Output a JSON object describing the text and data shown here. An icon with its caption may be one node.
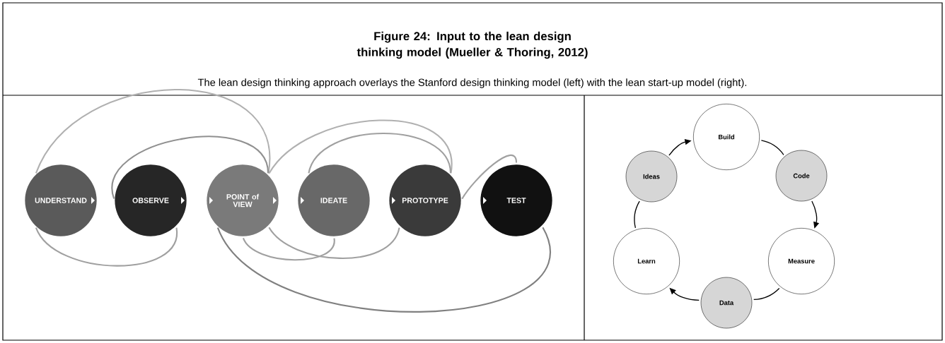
{
  "diagram": {
    "title": "Figure 24: Input to the lean design thinking model (Mueller & Thoring, 2012)",
    "caption": "The lean design thinking approach overlays the Stanford design thinking model (left) with the lean start-up model (right).",
    "nodes": [
      {
        "text": [
          "UNDERSTAND"
        ]
      },
      {
        "text": [
          "OBSERVE"
        ]
      },
      {
        "text": [
          "POINT of VIEW"
        ]
      },
      {
        "text": [
          "IDEATE"
        ]
      },
      {
        "text": [
          "PROTOTYPE"
        ]
      },
      {
        "text": [
          "TEST"
        ]
      },
      {
        "text": [
          "Build"
        ]
      },
      {
        "text": [
          "Code"
        ]
      },
      {
        "text": [
          "Measure"
        ]
      },
      {
        "text": [
          "Data"
        ]
      },
      {
        "text": [
          "Learn"
        ]
      },
      {
        "text": [
          "Ideas"
        ]
      }
    ],
    "edges": [
      {
        "from": 0,
        "to": 2,
        "arrow": "none",
        "color": "#b0b0b0"
      },
      {
        "from": 1,
        "to": 2,
        "arrow": "none",
        "color": "#909090"
      },
      {
        "from": 2,
        "to": 4,
        "arrow": "none",
        "color": "#b0b0b0"
      },
      {
        "from": 3,
        "to": 4,
        "arrow": "none",
        "color": "#a0a0a0"
      },
      {
        "from": 4,
        "to": 5,
        "arrow": "none",
        "color": "#a0a0a0"
      },
      {
        "from": 2,
        "to": 5,
        "arrow": "none",
        "color": "#808080"
      },
      {
        "from": 2,
        "to": 3,
        "arrow": "none",
        "color": "#a0a0a0"
      },
      {
        "from": 2,
        "to": 4,
        "arrow": "none",
        "color": "#a0a0a0"
      },
      {
        "from": 0,
        "to": 1,
        "arrow": "none",
        "color": "#a0a0a0"
      },
      {
        "from": 6,
        "to": 7,
        "arrow": "none"
      },
      {
        "from": 7,
        "to": 8,
        "arrow": "to"
      },
      {
        "from": 8,
        "to": 9,
        "arrow": "none"
      },
      {
        "from": 9,
        "to": 10,
        "arrow": "to"
      },
      {
        "from": 10,
        "to": 11,
        "arrow": "none"
      },
      {
        "from": 11,
        "to": 6,
        "arrow": "to"
      }
    ]
  }
}
